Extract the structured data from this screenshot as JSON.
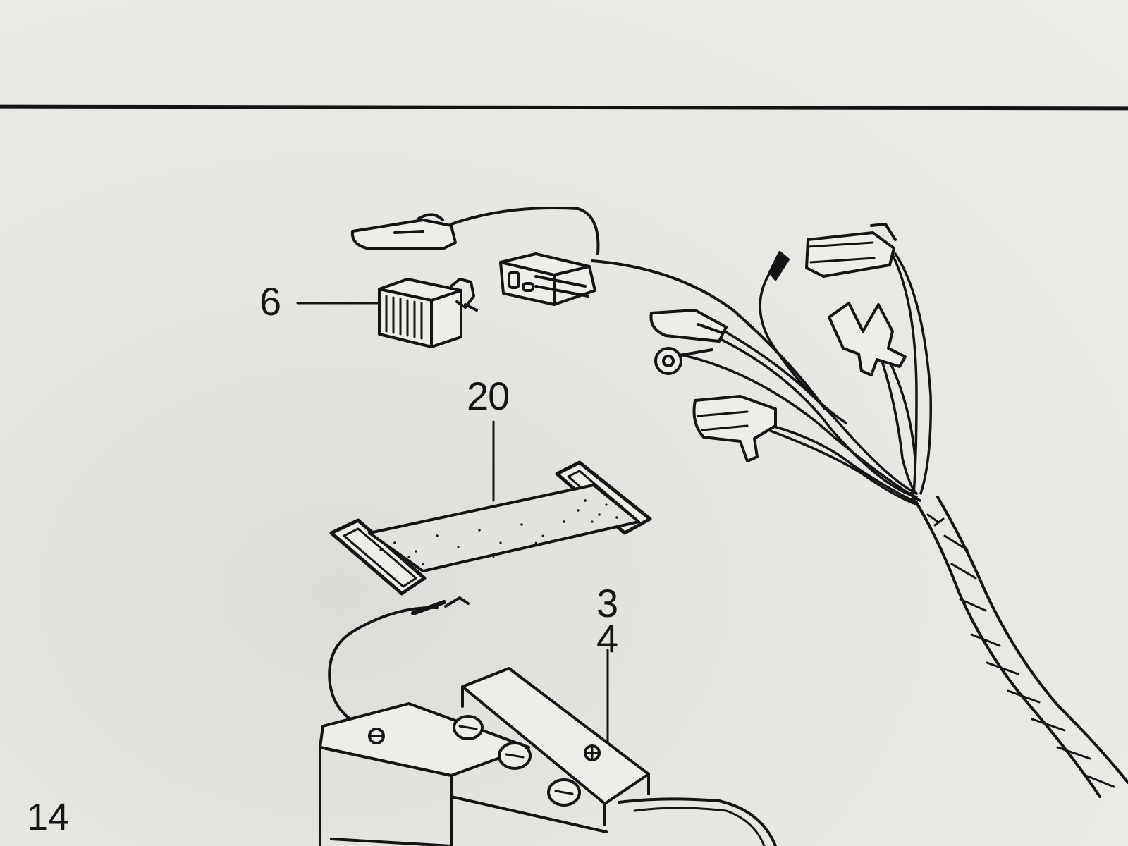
{
  "diagram": {
    "part_labels": {
      "fuse_holder": "6",
      "battery_strap": "20",
      "battery_a": "3",
      "battery_b": "4"
    },
    "page_number": "14"
  }
}
